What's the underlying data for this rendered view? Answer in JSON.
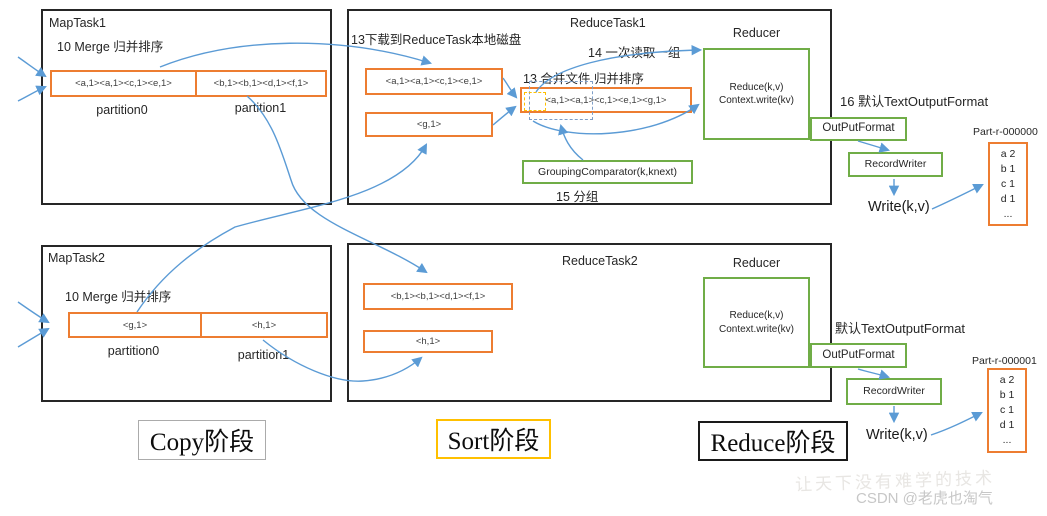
{
  "colors": {
    "box_border": "#262626",
    "orange": "#ED7D31",
    "green": "#70AD47",
    "arrow_blue": "#5B9BD5",
    "gold": "#FFC000",
    "gray_stage_border": "#ABABAB"
  },
  "map_task1": {
    "title": "MapTask1",
    "step_note": "10 Merge 归并排序",
    "partitions": [
      {
        "value": "<a,1><a,1><c,1><e,1>",
        "label": "partition0"
      },
      {
        "value": "<b,1><b,1><d,1><f,1>",
        "label": "partition1"
      }
    ]
  },
  "map_task2": {
    "title": "MapTask2",
    "step_note": "10 Merge 归并排序",
    "partitions": [
      {
        "value": "<g,1>",
        "label": "partition0"
      },
      {
        "value": "<h,1>",
        "label": "partition1"
      }
    ]
  },
  "reduce_task1": {
    "title": "ReduceTask1",
    "download_note": "13下载到ReduceTask本地磁盘",
    "read_note": "14 一次读取一组",
    "merge_note": "13 合并文件 归并排序",
    "input1": "<a,1><a,1><c,1><e,1>",
    "input2": "<g,1>",
    "merged": "<a,1><a,1><c,1><e,1><g,1>",
    "grouping_comparator": "GroupingComparator(k,knext)",
    "group_note": "15 分组",
    "reducer": {
      "title": "Reducer",
      "line1": "Reduce(k,v)",
      "line2": "Context.write(kv)"
    }
  },
  "reduce_task2": {
    "title": "ReduceTask2",
    "input1": "<b,1><b,1><d,1><f,1>",
    "input2": "<h,1>",
    "reducer": {
      "title": "Reducer",
      "line1": "Reduce(k,v)",
      "line2": "Context.write(kv)"
    }
  },
  "output1": {
    "format_note": "16 默认TextOutputFormat",
    "output_format": "OutPutFormat",
    "record_writer": "RecordWriter",
    "write_label": "Write(k,v)",
    "part_label": "Part-r-000000",
    "file_rows": [
      "a 2",
      "b 1",
      "c 1",
      "d 1",
      "..."
    ]
  },
  "output2": {
    "format_note": "默认TextOutputFormat",
    "output_format": "OutPutFormat",
    "record_writer": "RecordWriter",
    "write_label": "Write(k,v)",
    "part_label": "Part-r-000001",
    "file_rows": [
      "a 2",
      "b 1",
      "c 1",
      "d 1",
      "..."
    ]
  },
  "stages": {
    "copy": "Copy阶段",
    "sort": "Sort阶段",
    "reduce": "Reduce阶段"
  },
  "watermark": {
    "slogan": "让天下没有难学的技术",
    "credit": "CSDN @老虎也淘气"
  }
}
